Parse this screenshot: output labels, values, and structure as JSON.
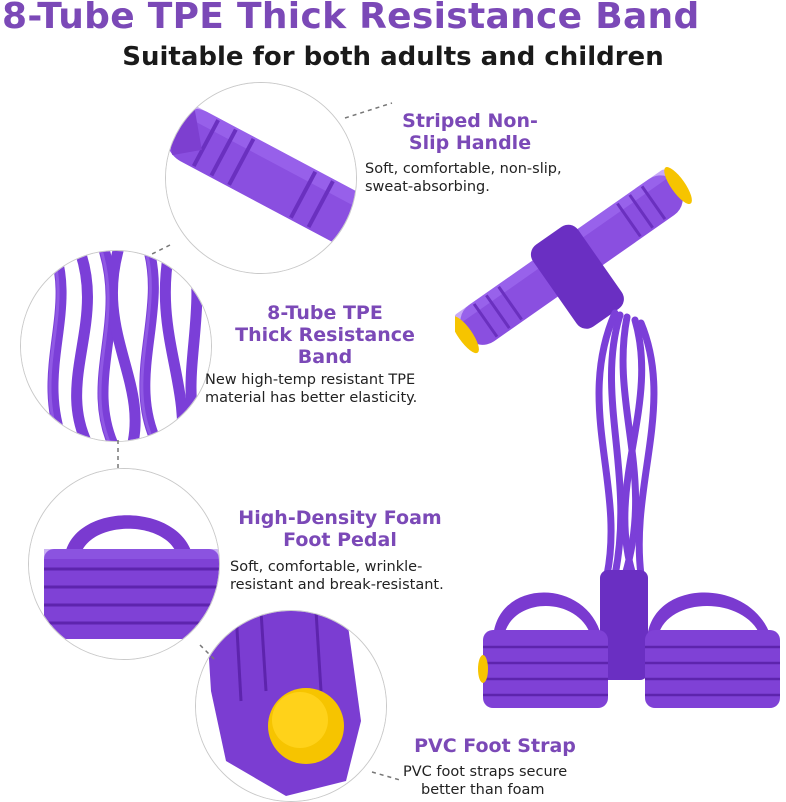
{
  "header": {
    "title": "8-Tube TPE Thick Resistance Band",
    "subtitle": "Suitable for both adults and children"
  },
  "features": [
    {
      "title_line1": "Striped Non-",
      "title_line2": "Slip Handle",
      "desc_line1": "Soft, comfortable, non-slip,",
      "desc_line2": "sweat-absorbing."
    },
    {
      "title_line1": "8-Tube TPE",
      "title_line2": "Thick Resistance",
      "title_line3": "Band",
      "desc_line1": "New high-temp resistant TPE",
      "desc_line2": "material has better elasticity."
    },
    {
      "title_line1": "High-Density Foam",
      "title_line2": "Foot Pedal",
      "desc_line1": "Soft, comfortable, wrinkle-",
      "desc_line2": "resistant and break-resistant."
    },
    {
      "title_line1": "PVC Foot Strap",
      "desc_line1": "PVC foot straps secure",
      "desc_line2": "better than foam"
    }
  ],
  "colors": {
    "accent": "#7b49b7",
    "band_purple": "#7d3fd0",
    "band_dark": "#5a25a8",
    "end_cap": "#f6c400"
  }
}
